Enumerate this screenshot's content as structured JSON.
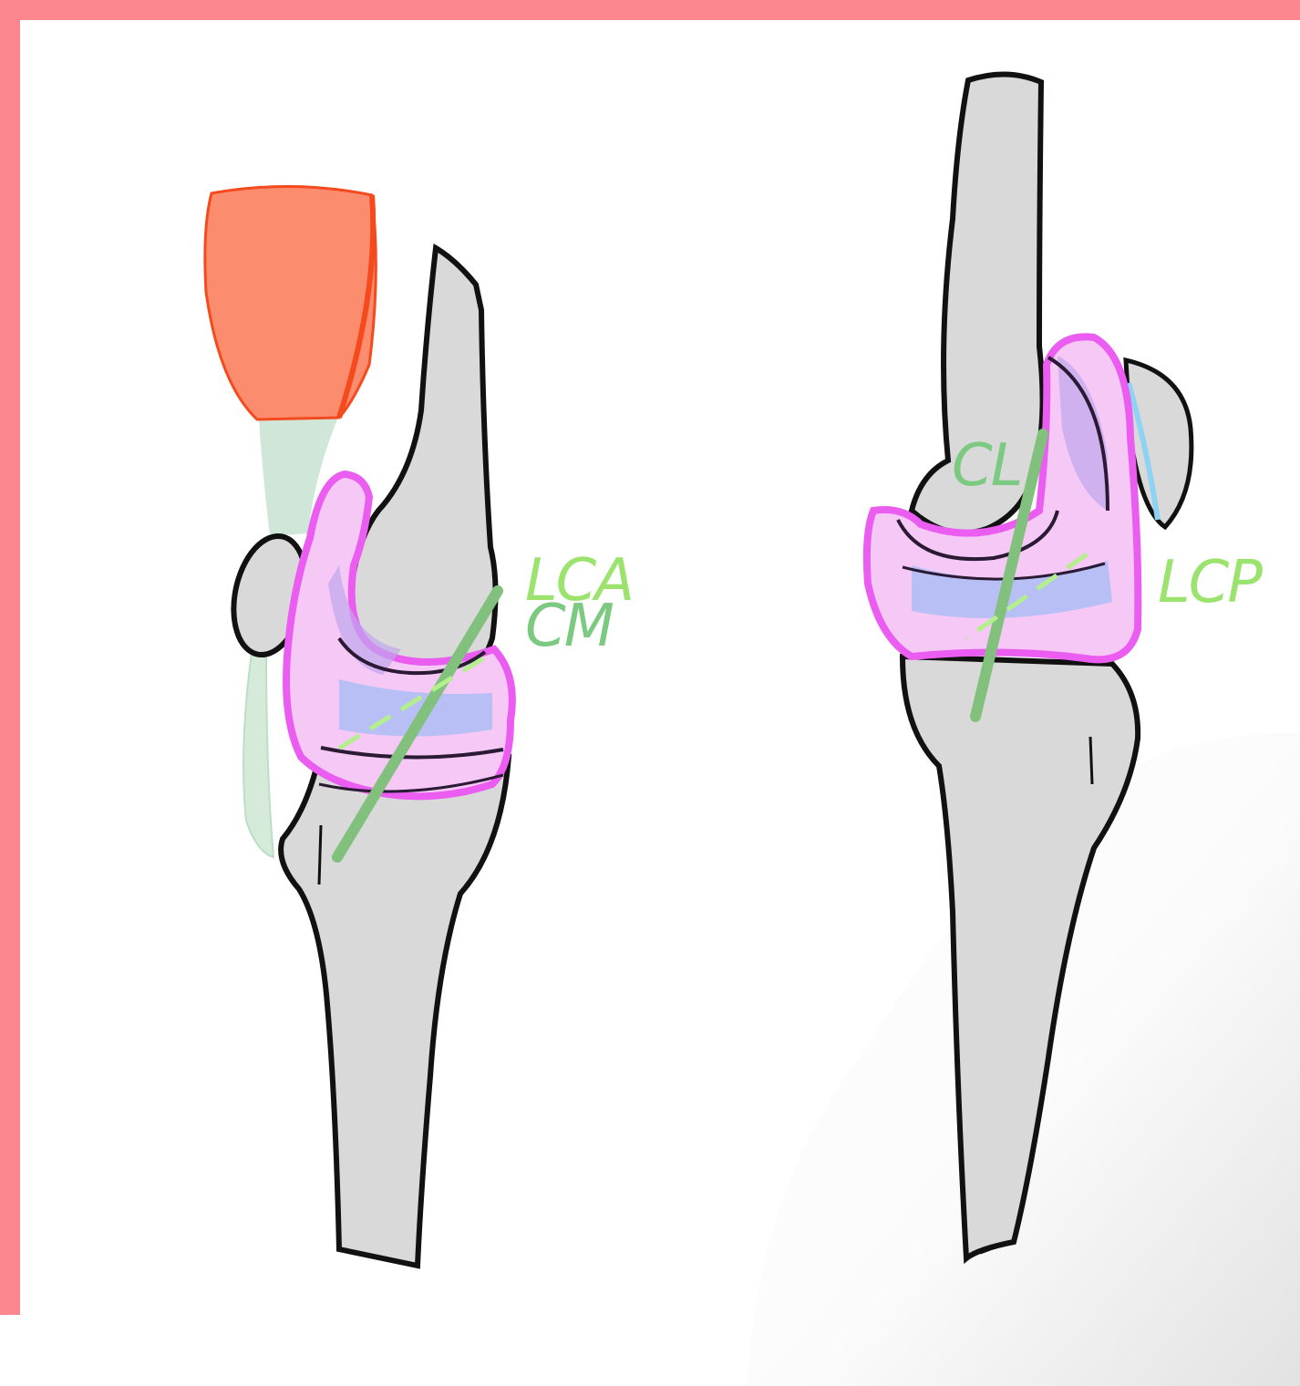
{
  "labels": {
    "lca": "LCA",
    "cm": "CM",
    "cl": "CL",
    "lcp": "LCP"
  },
  "colors": {
    "frame": "#fd878e",
    "bone": "#d9d9d9",
    "outline": "#111111",
    "muscle": "#fb8c6e",
    "muscle_edge": "#f44a1e",
    "tendon": "#cfe6d8",
    "meniscus_fill": "#f5c8f6",
    "meniscus_edge": "#ea5df0",
    "cartilage": "#9fb4f0",
    "ligament": "#82c07d",
    "ligament_hidden": "#b3ef8c",
    "label_bright": "#9be36e",
    "label_dark": "#7cc982",
    "capsule_blue": "#8fd3f2"
  }
}
